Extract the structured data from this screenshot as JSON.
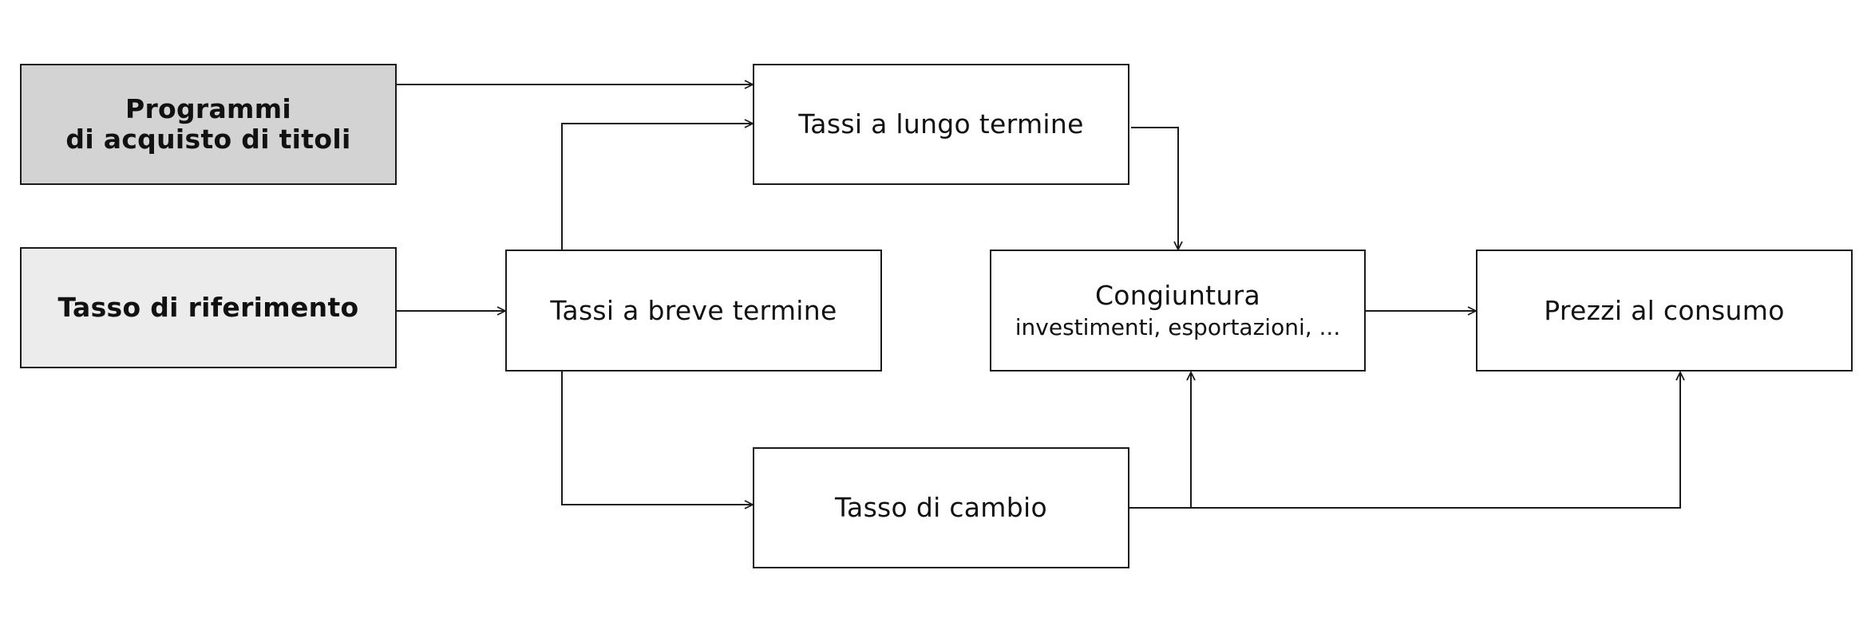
{
  "nodes": {
    "programmi": {
      "line1": "Programmi",
      "line2": "di acquisto di titoli"
    },
    "tasso_riferimento": {
      "label": "Tasso di riferimento"
    },
    "tassi_lungo": {
      "label": "Tassi a lungo termine"
    },
    "tassi_breve": {
      "label": "Tassi a breve termine"
    },
    "congiuntura": {
      "label": "Congiuntura",
      "sublabel": "investimenti, esportazioni, ..."
    },
    "prezzi": {
      "label": "Prezzi al consumo"
    },
    "cambio": {
      "label": "Tasso di cambio"
    }
  },
  "colors": {
    "box_border": "#1a1a1a",
    "dark_fill": "#d3d3d3",
    "light_fill": "#ececec",
    "arrow": "#1a1a1a"
  }
}
